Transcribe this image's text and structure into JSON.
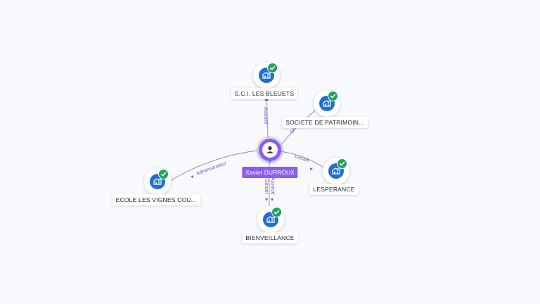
{
  "center": {
    "name": "Xavier DURROUX",
    "icon": "person-icon"
  },
  "companies": [
    {
      "id": "scibleuets",
      "name": "S.C.I. LES BLEUETS",
      "relation": "Associé",
      "icon": "building-icon",
      "status_icon": "check-icon"
    },
    {
      "id": "patrimoine",
      "name": "SOCIETE DE PATRIMOIN...",
      "relation": "Gérant",
      "icon": "building-icon",
      "status_icon": "check-icon"
    },
    {
      "id": "esperance",
      "name": "LESPERANCE",
      "relation": "Gérant",
      "icon": "building-icon",
      "status_icon": "check-icon"
    },
    {
      "id": "bienveillance",
      "name": "BIENVEILLANCE",
      "relation": "Gérant Associé",
      "relation_labels": [
        "Gérant",
        "Associé"
      ],
      "icon": "building-icon",
      "status_icon": "check-icon"
    },
    {
      "id": "ecole",
      "name": "ECOLE LES VIGNES COU...",
      "relation": "Administrateur",
      "icon": "building-icon",
      "status_icon": "check-icon"
    }
  ],
  "colors": {
    "person": "#8b5cf6",
    "company": "#1f6fd1",
    "active": "#1fa35a",
    "edge_label": "#6d5bd0"
  }
}
